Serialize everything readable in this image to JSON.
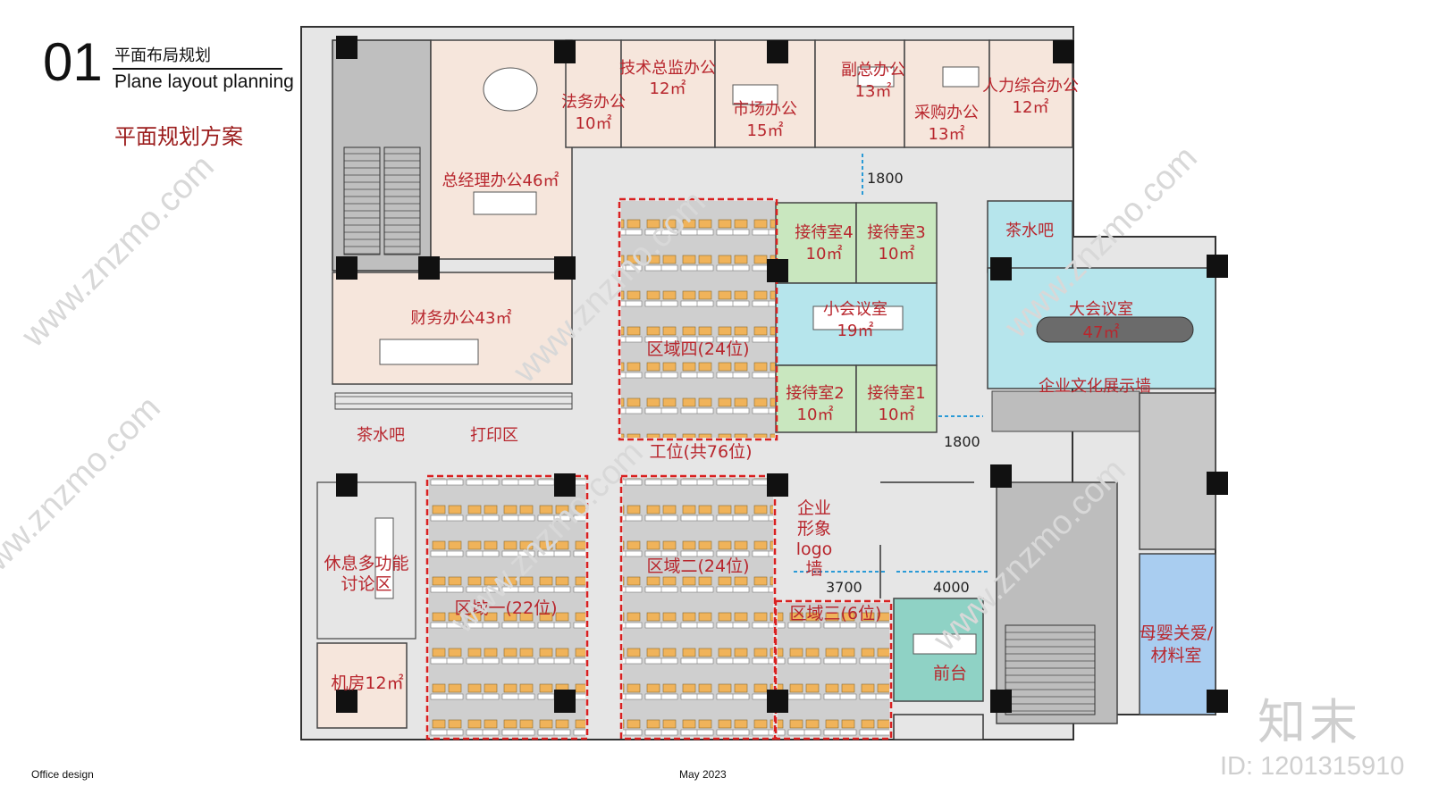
{
  "header": {
    "number": "01",
    "title_cn": "平面布局规划",
    "title_en": "Plane layout planning",
    "subtitle": "平面规划方案"
  },
  "footer": {
    "left": "Office design",
    "center": "May 2023"
  },
  "watermark": {
    "site": "www.znzmo.com",
    "brand": "知末",
    "id": "ID: 1201315910"
  },
  "colors": {
    "label_red": "#b8262d",
    "dim_blue": "#2a9ad6",
    "office_fill": "#f6e6dc",
    "reception_fill": "#c9e7bf",
    "meeting_fill": "#b6e5ec",
    "front_desk_fill": "#8fd2c5",
    "mother_room_fill": "#a9cdf0",
    "work_area_fill": "#cfcfcf",
    "zone_outline": "#d92020"
  },
  "rooms": {
    "legal": {
      "name": "法务办公",
      "area": "10㎡"
    },
    "tech": {
      "name": "技术总监办公",
      "area": "12㎡"
    },
    "market": {
      "name": "市场办公",
      "area": "15㎡"
    },
    "vp": {
      "name": "副总办公",
      "area": "13㎡"
    },
    "purchase": {
      "name": "采购办公",
      "area": "13㎡"
    },
    "hr": {
      "name": "人力综合办公",
      "area": "12㎡"
    },
    "gm": {
      "name": "总经理办公46㎡"
    },
    "finance": {
      "name": "财务办公43㎡"
    },
    "tea_right": {
      "name": "茶水吧"
    },
    "tea_left": {
      "name": "茶水吧"
    },
    "print": {
      "name": "打印区"
    },
    "reception4": {
      "name": "接待室4",
      "area": "10㎡"
    },
    "reception3": {
      "name": "接待室3",
      "area": "10㎡"
    },
    "reception2": {
      "name": "接待室2",
      "area": "10㎡"
    },
    "reception1": {
      "name": "接待室1",
      "area": "10㎡"
    },
    "small_meeting": {
      "name": "小会议室",
      "area": "19㎡"
    },
    "big_meeting": {
      "name": "大会议室",
      "area": "47㎡"
    },
    "culture_wall": {
      "name": "企业文化展示墙"
    },
    "zone4": {
      "name": "区域四(24位)"
    },
    "workstations": {
      "name": "工位(共76位)"
    },
    "zone1": {
      "name": "区域一(22位)"
    },
    "zone2": {
      "name": "区域二(24位)"
    },
    "zone3": {
      "name": "区域三(6位)"
    },
    "lounge_l1": {
      "name": "休息多功能"
    },
    "lounge_l2": {
      "name": "讨论区"
    },
    "server": {
      "name": "机房12㎡"
    },
    "logo_wall": {
      "l1": "企业",
      "l2": "形象",
      "l3": "logo",
      "l4": "墙"
    },
    "front_desk": {
      "name": "前台"
    },
    "mother": {
      "l1": "母婴关爱/",
      "l2": "材料室"
    }
  },
  "dimensions": {
    "d1": "1800",
    "d2": "1800",
    "d3": "3700",
    "d4": "4000"
  }
}
